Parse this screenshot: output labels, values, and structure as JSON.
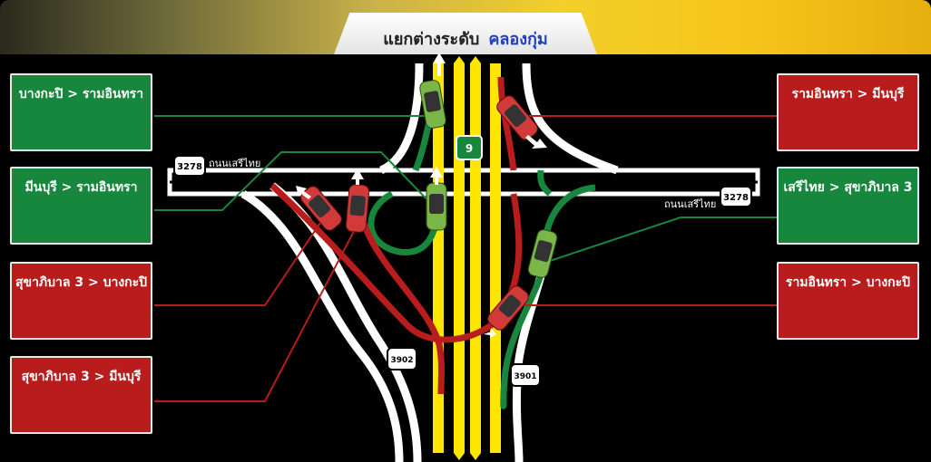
{
  "title": {
    "main": "แยกต่างระดับ",
    "accent": "คลองกุ่ม"
  },
  "colors": {
    "green_route": "#16873c",
    "red_route": "#b81c1c",
    "center_road": "#ffe600",
    "road_white": "#ffffff"
  },
  "routes_left": [
    {
      "label": "บางกะปิ > รามอินทรา",
      "color": "green"
    },
    {
      "label": "มีนบุรี > รามอินทรา",
      "color": "green"
    },
    {
      "label": "สุขาภิบาล 3 > บางกะปิ",
      "color": "red"
    },
    {
      "label": "สุขาภิบาล 3 > มีนบุรี",
      "color": "red"
    }
  ],
  "routes_right": [
    {
      "label": "รามอินทรา > มีนบุรี",
      "color": "red"
    },
    {
      "label": "เสรีไทย > สุขาภิบาล 3",
      "color": "green"
    },
    {
      "label": "รามอินทรา > บางกะปิ",
      "color": "red"
    }
  ],
  "road_shields": {
    "left_road": "3278",
    "right_road": "3278",
    "highway": "9",
    "bottom_left": "3902",
    "bottom_right": "3901"
  },
  "road_names": {
    "left": "ถนนเสรีไทย",
    "right": "ถนนเสรีไทย"
  },
  "icons": [
    "car-icon",
    "arrow-icon"
  ]
}
